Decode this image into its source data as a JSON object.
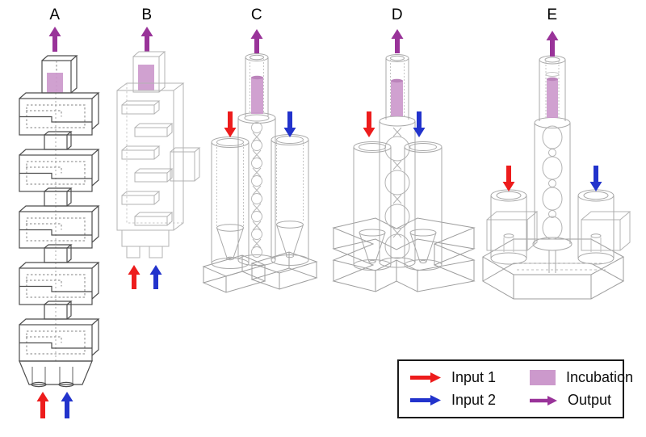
{
  "figure": {
    "panels": [
      {
        "label": "A"
      },
      {
        "label": "B"
      },
      {
        "label": "C"
      },
      {
        "label": "D"
      },
      {
        "label": "E"
      }
    ],
    "colors": {
      "input1": "#ed1c1c",
      "input2": "#2233cc",
      "output": "#993399",
      "incubation": "#cc99cc",
      "incubation_edge": "#bb84bb",
      "wireframe_dark": "#4d4d4d",
      "wireframe_light": "#a9a9a9",
      "background": "#ffffff"
    },
    "legend": {
      "items": [
        {
          "symbol": "arrow-right",
          "color_key": "input1",
          "label": "Input 1"
        },
        {
          "symbol": "swatch",
          "color_key": "incubation",
          "label": "Incubation"
        },
        {
          "symbol": "arrow-right",
          "color_key": "input2",
          "label": "Input 2"
        },
        {
          "symbol": "arrow-right",
          "color_key": "output",
          "label": "Output"
        }
      ]
    }
  }
}
